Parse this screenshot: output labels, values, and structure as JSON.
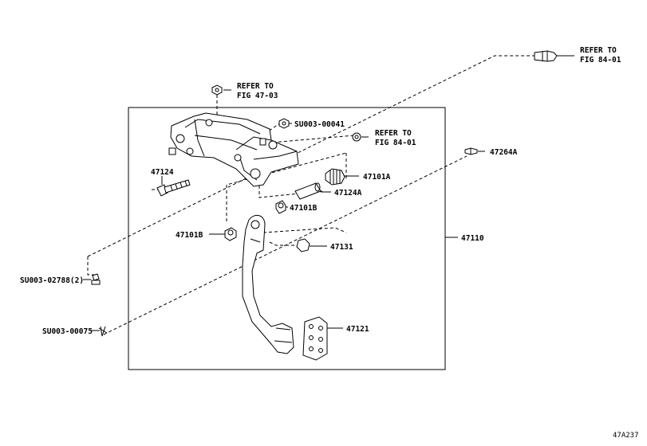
{
  "labels": {
    "refer_fig_84_01_top": [
      "REFER TO",
      "FIG 84-01"
    ],
    "refer_fig_47_03": [
      "REFER TO",
      "FIG 47-03"
    ],
    "refer_fig_84_01_mid": [
      "REFER TO",
      "FIG 84-01"
    ],
    "su0003_00041": "SU003-00041",
    "p47264a": "47264A",
    "p47124": "47124",
    "p47101a": "47101A",
    "p47124a": "47124A",
    "p47101b_right": "47101B",
    "p47101b_left": "47101B",
    "p47110": "47110",
    "p47131": "47131",
    "su0003_02788": "SU003-02788(2)",
    "su0003_00075": "SU003-00075",
    "p47121": "47121"
  },
  "footer": {
    "code": "47A237"
  }
}
